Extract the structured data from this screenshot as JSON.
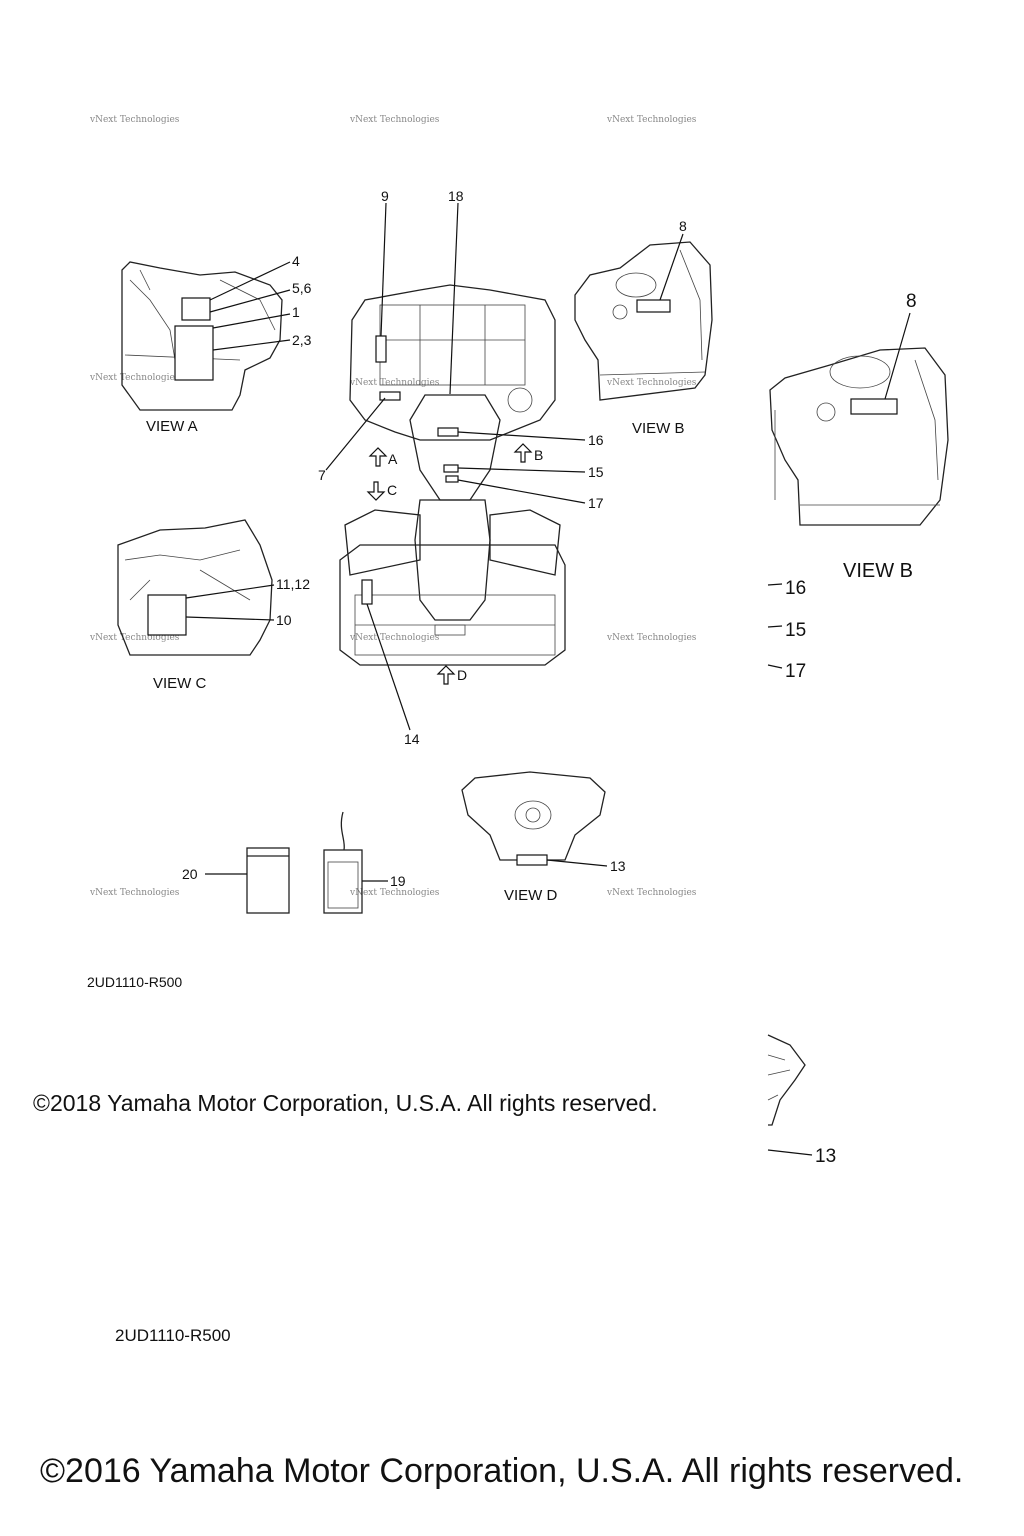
{
  "watermark": "vNext Technologies",
  "views": {
    "a": "VIEW A",
    "b": "VIEW B",
    "c": "VIEW C",
    "d": "VIEW D",
    "b_large": "VIEW B"
  },
  "direction_arrows": {
    "a": "A",
    "b": "B",
    "c": "C",
    "d": "D"
  },
  "callouts": {
    "c1": "1",
    "c2_3": "2,3",
    "c4": "4",
    "c5_6": "5,6",
    "c7": "7",
    "c8": "8",
    "c9": "9",
    "c10": "10",
    "c11_12": "11,12",
    "c13": "13",
    "c14": "14",
    "c15": "15",
    "c16": "16",
    "c17": "17",
    "c18": "18",
    "c19": "19",
    "c20": "20"
  },
  "large_callouts": {
    "c8": "8",
    "c13": "13",
    "c15": "15",
    "c16": "16",
    "c17": "17"
  },
  "part_codes": [
    "2UD1110-R500",
    "2UD1110-R500"
  ],
  "copyrights": [
    "©2018 Yamaha Motor Corporation, U.S.A. All rights reserved.",
    "©2016 Yamaha Motor Corporation, U.S.A. All rights reserved."
  ]
}
